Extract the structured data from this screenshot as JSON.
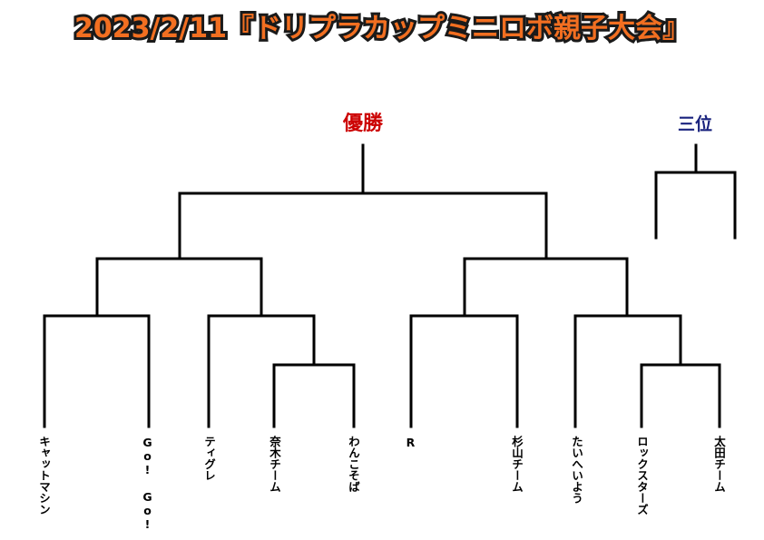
{
  "title": "2023/2/11『ドリプラカップミニロボ親子大会』",
  "colors": {
    "title_fill": "#f26f21",
    "title_stroke": "#1a1a1a",
    "champion": "#cc0000",
    "third_place": "#1a237e",
    "lines": "#000000"
  },
  "champion_label": "優勝",
  "third_place_label": "三位",
  "teams": [
    "キャットマシン",
    "Go! Go!",
    "ティグレ",
    "奈木チーム",
    "わんこそば",
    "R",
    "杉山チーム",
    "たいへいよう",
    "ロックスターズ",
    "太田チーム"
  ]
}
